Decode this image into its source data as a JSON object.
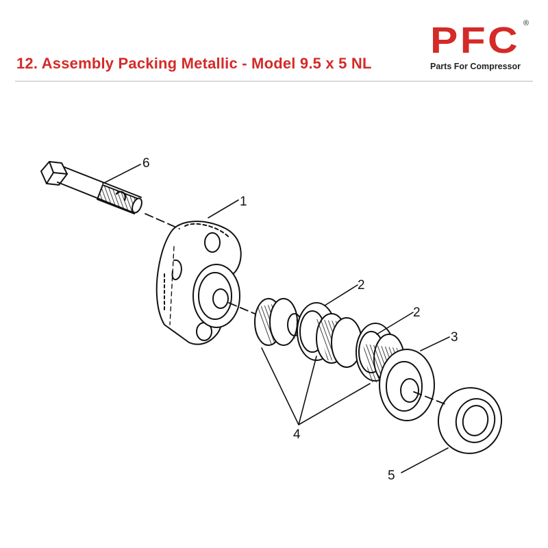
{
  "page": {
    "title": "12. Assembly Packing Metallic - Model 9.5 x 5 NL",
    "title_color": "#d42a28"
  },
  "logo": {
    "mark": "PFC",
    "registered": "®",
    "tagline": "Parts For Compressor",
    "color": "#d42a28"
  },
  "diagram": {
    "callouts": {
      "c1": "1",
      "c2a": "2",
      "c2b": "2",
      "c3": "3",
      "c4": "4",
      "c5": "5",
      "c6": "6"
    }
  }
}
